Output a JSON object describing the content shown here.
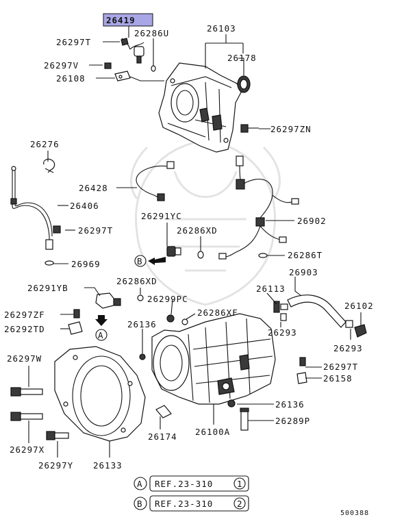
{
  "diagram_id": "500388",
  "highlight_color": "#a9a6e6",
  "callouts": [
    {
      "id": "c26419",
      "text": "26419",
      "highlight": true
    },
    {
      "id": "c26286U",
      "text": "26286U"
    },
    {
      "id": "c26297T_a",
      "text": "26297T"
    },
    {
      "id": "c26103",
      "text": "26103"
    },
    {
      "id": "c26178",
      "text": "26178"
    },
    {
      "id": "c26297V",
      "text": "26297V"
    },
    {
      "id": "c26108",
      "text": "26108"
    },
    {
      "id": "c26297ZN",
      "text": "26297ZN"
    },
    {
      "id": "c26276",
      "text": "26276"
    },
    {
      "id": "c26428",
      "text": "26428"
    },
    {
      "id": "c26406",
      "text": "26406"
    },
    {
      "id": "c26297T_b",
      "text": "26297T"
    },
    {
      "id": "c26291YC",
      "text": "26291YC"
    },
    {
      "id": "c26902",
      "text": "26902"
    },
    {
      "id": "c26286XD_a",
      "text": "26286XD"
    },
    {
      "id": "c26286T",
      "text": "26286T"
    },
    {
      "id": "c26969",
      "text": "26969"
    },
    {
      "id": "c26286XD_b",
      "text": "26286XD"
    },
    {
      "id": "c26903",
      "text": "26903"
    },
    {
      "id": "c26291YB",
      "text": "26291YB"
    },
    {
      "id": "c26113",
      "text": "26113"
    },
    {
      "id": "c26102",
      "text": "26102"
    },
    {
      "id": "c26299PC",
      "text": "26299PC"
    },
    {
      "id": "c26286XF",
      "text": "26286XF"
    },
    {
      "id": "c26297ZF",
      "text": "26297ZF"
    },
    {
      "id": "c26292TD",
      "text": "26292TD"
    },
    {
      "id": "c26136_a",
      "text": "26136"
    },
    {
      "id": "c26293_a",
      "text": "26293"
    },
    {
      "id": "c26293_b",
      "text": "26293"
    },
    {
      "id": "c26297W",
      "text": "26297W"
    },
    {
      "id": "c26297T_c",
      "text": "26297T"
    },
    {
      "id": "c26158",
      "text": "26158"
    },
    {
      "id": "c26136_b",
      "text": "26136"
    },
    {
      "id": "c26289P",
      "text": "26289P"
    },
    {
      "id": "c26174",
      "text": "26174"
    },
    {
      "id": "c26100A",
      "text": "26100A"
    },
    {
      "id": "c26297X",
      "text": "26297X"
    },
    {
      "id": "c26297Y",
      "text": "26297Y"
    },
    {
      "id": "c26133",
      "text": "26133"
    }
  ],
  "markers": {
    "a": "A",
    "b": "B"
  },
  "references": [
    {
      "marker": "A",
      "text": "REF.23-310",
      "num": "1"
    },
    {
      "marker": "B",
      "text": "REF.23-310",
      "num": "2"
    }
  ]
}
